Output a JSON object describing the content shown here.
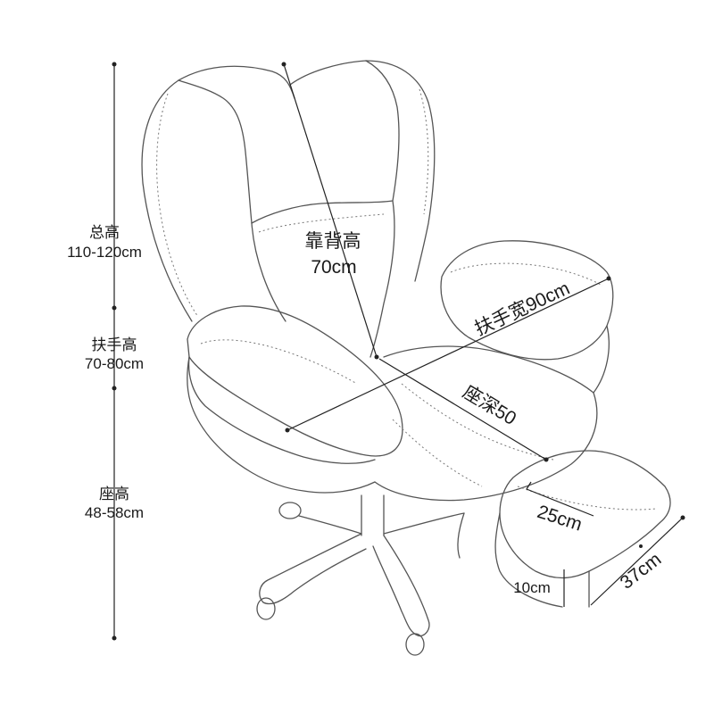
{
  "dimensions": {
    "total_height": {
      "name": "总高",
      "value": "110-120cm"
    },
    "armrest_height": {
      "name": "扶手高",
      "value": "70-80cm"
    },
    "seat_height": {
      "name": "座高",
      "value": "48-58cm"
    },
    "backrest_height": {
      "name": "靠背高",
      "value": "70cm"
    },
    "armrest_width": "扶手宽90cm",
    "seat_depth": "座深50",
    "footrest_length": "25cm",
    "footrest_width": "37cm",
    "footrest_height": "10cm"
  }
}
